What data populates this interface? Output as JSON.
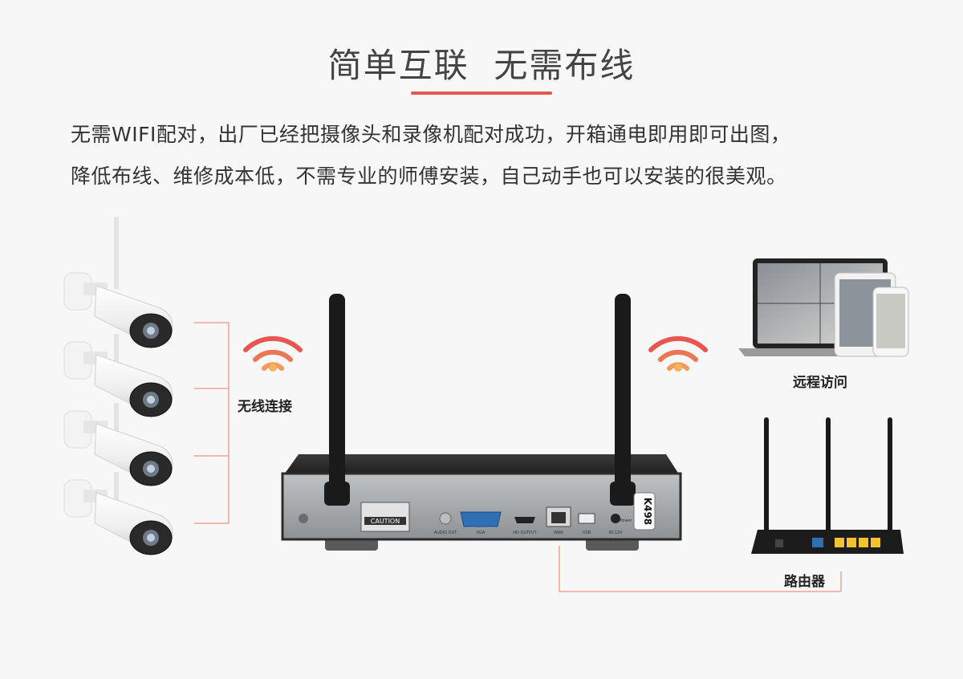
{
  "header": {
    "title": "简单互联  无需布线",
    "accent_color": "#e8564f"
  },
  "description": {
    "line1": "无需WIFI配对，出厂已经把摄像头和录像机配对成功，开箱通电即用即可出图，",
    "line2": "降低布线、维修成本低，不需专业的师傅安装，自己动手也可以安装的很美观。"
  },
  "diagram": {
    "camera_count": 4,
    "wireless_label": "无线连接",
    "remote_label": "远程访问",
    "router_label": "路由器",
    "nvr": {
      "model_tag": "K498",
      "caution": "CAUTION",
      "ports": [
        "AUDIO OUT",
        "VGA",
        "HD OUTPUT",
        "WAN",
        "USB",
        "DC12V",
        "Power"
      ]
    },
    "icons": [
      "wifi-signal-icon",
      "camera-icon",
      "nvr-icon",
      "router-icon",
      "laptop-icon",
      "tablet-icon",
      "phone-icon"
    ],
    "line_color": "#f0a396"
  }
}
